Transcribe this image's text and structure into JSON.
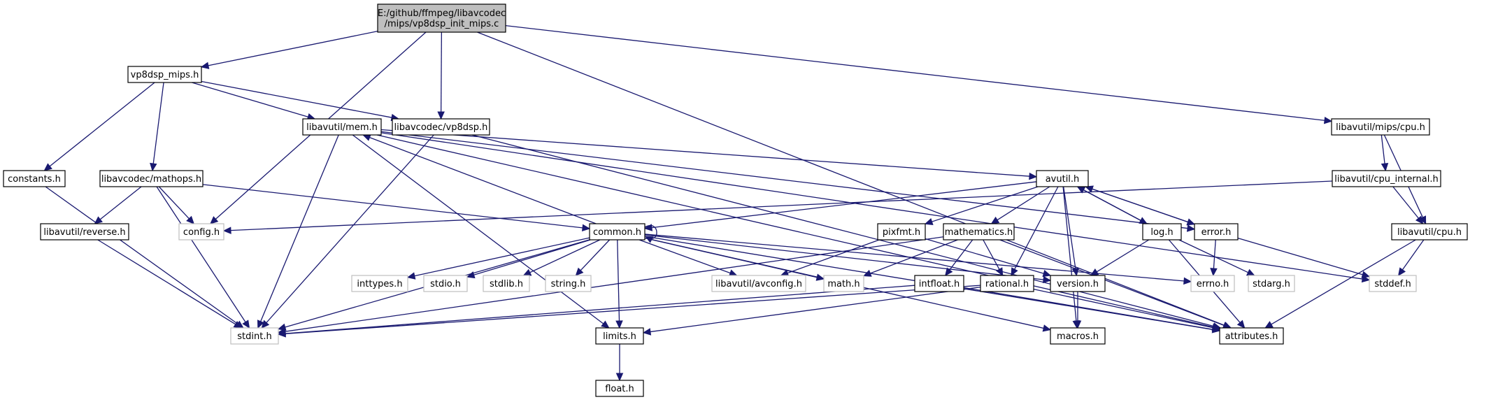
{
  "graph": {
    "colors": {
      "edge": "#191970",
      "root_fill": "#bfbfbf",
      "node_border": "#000000",
      "system_border": "#bfbfbf",
      "system_text": "#7f7f7f",
      "text": "#000000"
    },
    "nodes": [
      {
        "id": "root",
        "lines": [
          "E:/github/ffmpeg/libavcodec",
          "/mips/vp8dsp_init_mips.c"
        ],
        "kind": "root"
      },
      {
        "id": "vp8dsp_mips_h",
        "lines": [
          "vp8dsp_mips.h"
        ],
        "kind": "local"
      },
      {
        "id": "libavutil_mem_h",
        "lines": [
          "libavutil/mem.h"
        ],
        "kind": "local"
      },
      {
        "id": "libavcodec_vp8dsp_h",
        "lines": [
          "libavcodec/vp8dsp.h"
        ],
        "kind": "local"
      },
      {
        "id": "libavutil_mips_cpu_h",
        "lines": [
          "libavutil/mips/cpu.h"
        ],
        "kind": "local"
      },
      {
        "id": "constants_h",
        "lines": [
          "constants.h"
        ],
        "kind": "local"
      },
      {
        "id": "libavcodec_mathops_h",
        "lines": [
          "libavcodec/mathops.h"
        ],
        "kind": "local"
      },
      {
        "id": "avutil_h",
        "lines": [
          "avutil.h"
        ],
        "kind": "local"
      },
      {
        "id": "libavutil_cpu_internal_h",
        "lines": [
          "libavutil/cpu_internal.h"
        ],
        "kind": "local"
      },
      {
        "id": "libavutil_reverse_h",
        "lines": [
          "libavutil/reverse.h"
        ],
        "kind": "local"
      },
      {
        "id": "config_h",
        "lines": [
          "config.h"
        ],
        "kind": "system"
      },
      {
        "id": "common_h",
        "lines": [
          "common.h"
        ],
        "kind": "local"
      },
      {
        "id": "pixfmt_h",
        "lines": [
          "pixfmt.h"
        ],
        "kind": "local"
      },
      {
        "id": "mathematics_h",
        "lines": [
          "mathematics.h"
        ],
        "kind": "local"
      },
      {
        "id": "log_h",
        "lines": [
          "log.h"
        ],
        "kind": "local"
      },
      {
        "id": "error_h",
        "lines": [
          "error.h"
        ],
        "kind": "local"
      },
      {
        "id": "libavutil_cpu_h",
        "lines": [
          "libavutil/cpu.h"
        ],
        "kind": "local"
      },
      {
        "id": "inttypes_h",
        "lines": [
          "inttypes.h"
        ],
        "kind": "system"
      },
      {
        "id": "stdio_h",
        "lines": [
          "stdio.h"
        ],
        "kind": "system"
      },
      {
        "id": "stdlib_h",
        "lines": [
          "stdlib.h"
        ],
        "kind": "system"
      },
      {
        "id": "string_h",
        "lines": [
          "string.h"
        ],
        "kind": "system"
      },
      {
        "id": "libavutil_avconfig_h",
        "lines": [
          "libavutil/avconfig.h"
        ],
        "kind": "system"
      },
      {
        "id": "math_h",
        "lines": [
          "math.h"
        ],
        "kind": "system"
      },
      {
        "id": "intfloat_h",
        "lines": [
          "intfloat.h"
        ],
        "kind": "local"
      },
      {
        "id": "rational_h",
        "lines": [
          "rational.h"
        ],
        "kind": "local"
      },
      {
        "id": "version_h",
        "lines": [
          "version.h"
        ],
        "kind": "local"
      },
      {
        "id": "errno_h",
        "lines": [
          "errno.h"
        ],
        "kind": "system"
      },
      {
        "id": "stdarg_h",
        "lines": [
          "stdarg.h"
        ],
        "kind": "system"
      },
      {
        "id": "stddef_h",
        "lines": [
          "stddef.h"
        ],
        "kind": "system"
      },
      {
        "id": "stdint_h",
        "lines": [
          "stdint.h"
        ],
        "kind": "system"
      },
      {
        "id": "limits_h",
        "lines": [
          "limits.h"
        ],
        "kind": "local"
      },
      {
        "id": "macros_h",
        "lines": [
          "macros.h"
        ],
        "kind": "local"
      },
      {
        "id": "attributes_h",
        "lines": [
          "attributes.h"
        ],
        "kind": "local"
      },
      {
        "id": "float_h",
        "lines": [
          "float.h"
        ],
        "kind": "local"
      }
    ],
    "edges": [
      [
        "root",
        "vp8dsp_mips_h"
      ],
      [
        "root",
        "config_h"
      ],
      [
        "root",
        "libavcodec_vp8dsp_h"
      ],
      [
        "root",
        "libavutil_mips_cpu_h"
      ],
      [
        "root",
        "attributes_h"
      ],
      [
        "vp8dsp_mips_h",
        "constants_h"
      ],
      [
        "vp8dsp_mips_h",
        "libavcodec_mathops_h"
      ],
      [
        "vp8dsp_mips_h",
        "libavutil_mem_h"
      ],
      [
        "vp8dsp_mips_h",
        "libavcodec_vp8dsp_h"
      ],
      [
        "constants_h",
        "stdint_h"
      ],
      [
        "libavcodec_mathops_h",
        "libavutil_reverse_h"
      ],
      [
        "libavcodec_mathops_h",
        "config_h"
      ],
      [
        "libavcodec_mathops_h",
        "stdint_h"
      ],
      [
        "libavcodec_mathops_h",
        "common_h"
      ],
      [
        "libavutil_reverse_h",
        "stdint_h"
      ],
      [
        "libavutil_mem_h",
        "avutil_h"
      ],
      [
        "libavutil_mem_h",
        "error_h"
      ],
      [
        "libavutil_mem_h",
        "stddef_h"
      ],
      [
        "libavutil_mem_h",
        "stdint_h"
      ],
      [
        "libavutil_mem_h",
        "limits_h"
      ],
      [
        "libavutil_mem_h",
        "attributes_h"
      ],
      [
        "libavcodec_vp8dsp_h",
        "stdint_h"
      ],
      [
        "libavcodec_vp8dsp_h",
        "attributes_h"
      ],
      [
        "libavutil_mips_cpu_h",
        "libavutil_cpu_internal_h"
      ],
      [
        "libavutil_mips_cpu_h",
        "libavutil_cpu_h"
      ],
      [
        "libavutil_cpu_internal_h",
        "config_h"
      ],
      [
        "libavutil_cpu_internal_h",
        "libavutil_cpu_h"
      ],
      [
        "libavutil_cpu_h",
        "stddef_h"
      ],
      [
        "libavutil_cpu_h",
        "attributes_h"
      ],
      [
        "avutil_h",
        "common_h"
      ],
      [
        "avutil_h",
        "pixfmt_h"
      ],
      [
        "avutil_h",
        "mathematics_h"
      ],
      [
        "avutil_h",
        "rational_h"
      ],
      [
        "avutil_h",
        "version_h"
      ],
      [
        "avutil_h",
        "macros_h"
      ],
      [
        "avutil_h",
        "log_h"
      ],
      [
        "avutil_h",
        "error_h"
      ],
      [
        "common_h",
        "common_h"
      ],
      [
        "common_h",
        "libavutil_mem_h"
      ],
      [
        "common_h",
        "inttypes_h"
      ],
      [
        "common_h",
        "stdio_h"
      ],
      [
        "common_h",
        "stdlib_h"
      ],
      [
        "common_h",
        "string_h"
      ],
      [
        "common_h",
        "libavutil_avconfig_h"
      ],
      [
        "common_h",
        "math_h"
      ],
      [
        "common_h",
        "version_h"
      ],
      [
        "common_h",
        "errno_h"
      ],
      [
        "common_h",
        "stdint_h"
      ],
      [
        "common_h",
        "limits_h"
      ],
      [
        "common_h",
        "macros_h"
      ],
      [
        "common_h",
        "attributes_h"
      ],
      [
        "pixfmt_h",
        "libavutil_avconfig_h"
      ],
      [
        "pixfmt_h",
        "version_h"
      ],
      [
        "mathematics_h",
        "math_h"
      ],
      [
        "mathematics_h",
        "intfloat_h"
      ],
      [
        "mathematics_h",
        "rational_h"
      ],
      [
        "mathematics_h",
        "stdint_h"
      ],
      [
        "mathematics_h",
        "attributes_h"
      ],
      [
        "intfloat_h",
        "stdint_h"
      ],
      [
        "intfloat_h",
        "attributes_h"
      ],
      [
        "rational_h",
        "stdint_h"
      ],
      [
        "rational_h",
        "limits_h"
      ],
      [
        "rational_h",
        "attributes_h"
      ],
      [
        "log_h",
        "avutil_h"
      ],
      [
        "log_h",
        "version_h"
      ],
      [
        "log_h",
        "stdarg_h"
      ],
      [
        "log_h",
        "attributes_h"
      ],
      [
        "error_h",
        "avutil_h"
      ],
      [
        "error_h",
        "errno_h"
      ],
      [
        "error_h",
        "stddef_h"
      ],
      [
        "version_h",
        "macros_h"
      ],
      [
        "limits_h",
        "float_h"
      ]
    ]
  }
}
